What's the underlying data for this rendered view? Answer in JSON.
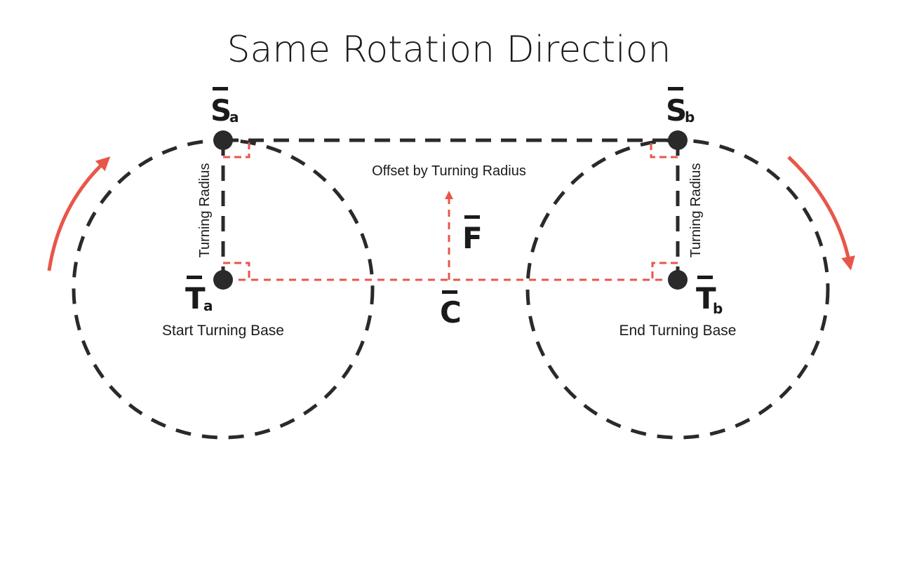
{
  "title": "Same Rotation Direction",
  "points": {
    "sa": {
      "symbol": "S",
      "subscript": "a"
    },
    "sb": {
      "symbol": "S",
      "subscript": "b"
    },
    "ta": {
      "symbol": "T",
      "subscript": "a"
    },
    "tb": {
      "symbol": "T",
      "subscript": "b"
    },
    "c": {
      "symbol": "C"
    },
    "f": {
      "symbol": "F"
    }
  },
  "labels": {
    "turning_radius_left": "Turning Radius",
    "turning_radius_right": "Turning Radius",
    "offset": "Offset by Turning Radius",
    "start_base": "Start Turning Base",
    "end_base": "End Turning Base"
  },
  "colors": {
    "line": "#2a2a2a",
    "accent": "#e8564a",
    "text": "#1a1a1a"
  }
}
